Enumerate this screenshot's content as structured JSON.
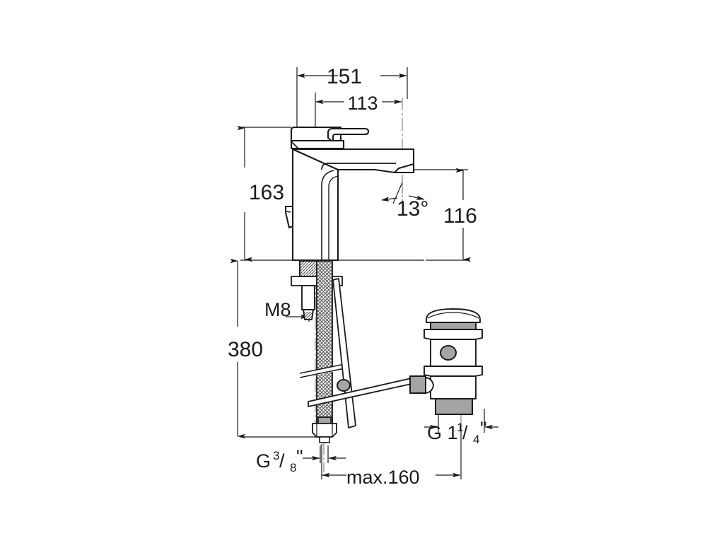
{
  "drawing": {
    "title": "Single-lever basin mixer technical dimension drawing",
    "background_color": "#ffffff",
    "line_color": "#1a1a1a",
    "units": "mm",
    "labels": {
      "width_total": "151",
      "spout_reach": "113",
      "body_height": "163",
      "spout_height": "116",
      "spout_angle": "13°",
      "total_length": "380",
      "stud_thread": "M8",
      "supply_thread_g": "G",
      "supply_thread_num": "3",
      "supply_thread_den": "8",
      "supply_thread_inch": "\"",
      "waste_thread_g": "G 1",
      "waste_thread_num": "1",
      "waste_thread_den": "4",
      "waste_thread_inch": "\"",
      "max_depth": "max.160"
    },
    "parts": [
      {
        "name": "mixer-body",
        "label": "Single lever mixer body"
      },
      {
        "name": "lever-handle",
        "label": "Lever handle"
      },
      {
        "name": "spout",
        "label": "Spout"
      },
      {
        "name": "popup-lever-lug",
        "label": "Pop-up lift rod lug"
      },
      {
        "name": "mounting-stud",
        "label": "M8 mounting stud"
      },
      {
        "name": "flexible-hose",
        "label": "Braided flexible supply hose"
      },
      {
        "name": "supply-connector",
        "label": "G 3/8\" supply connector"
      },
      {
        "name": "lift-rod",
        "label": "Pop-up lift rod"
      },
      {
        "name": "linkage-rod",
        "label": "Pop-up horizontal linkage rod"
      },
      {
        "name": "popup-waste",
        "label": "Pop-up waste assembly"
      },
      {
        "name": "waste-outlet",
        "label": "G 1 1/4\" waste outlet"
      }
    ]
  }
}
